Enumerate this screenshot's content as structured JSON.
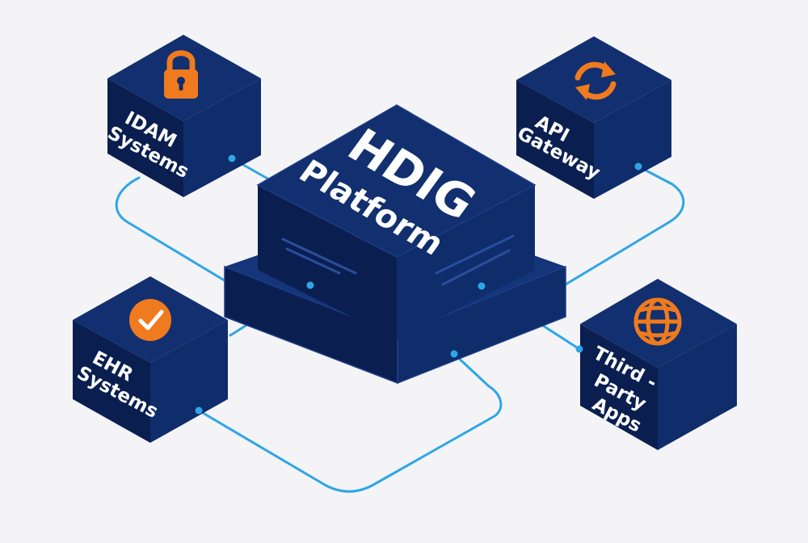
{
  "diagram": {
    "hub": {
      "title": "HDIG",
      "subtitle": "Platform"
    },
    "nodes": [
      {
        "id": "idam",
        "lines": [
          "IDAM",
          "Systems"
        ],
        "icon": "lock-icon"
      },
      {
        "id": "api",
        "lines": [
          "API",
          "Gateway"
        ],
        "icon": "refresh-icon"
      },
      {
        "id": "ehr",
        "lines": [
          "EHR",
          "Systems"
        ],
        "icon": "check-icon"
      },
      {
        "id": "third-party",
        "lines": [
          "Third -",
          "Party",
          "Apps"
        ],
        "icon": "globe-icon"
      }
    ]
  },
  "colors": {
    "background": "#f4f3f6",
    "block": "#0f2c6b",
    "block_dark": "#0a1f50",
    "block_edge": "#1c3c86",
    "connector": "#2ea6e6",
    "accent": "#f07a1e",
    "text": "#ffffff"
  }
}
